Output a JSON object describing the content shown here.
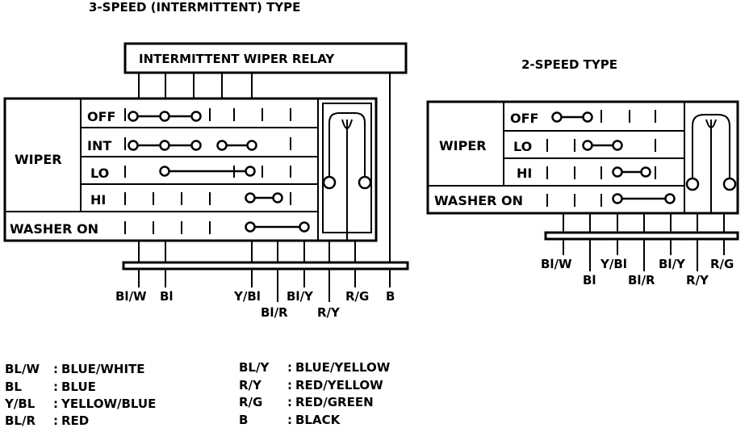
{
  "three_speed": {
    "title": "3-SPEED (INTERMITTENT) TYPE",
    "relay_label": "INTERMITTENT WIPER RELAY",
    "wiper_label": "WIPER",
    "positions": [
      "OFF",
      "INT",
      "LO",
      "HI"
    ],
    "washer_label": "WASHER ON",
    "wires": [
      "Bl/W",
      "Bl",
      "Y/Bl",
      "Bl/R",
      "Bl/Y",
      "R/Y",
      "R/G",
      "B"
    ]
  },
  "two_speed": {
    "title": "2-SPEED TYPE",
    "wiper_label": "WIPER",
    "positions": [
      "OFF",
      "LO",
      "HI"
    ],
    "washer_label": "WASHER ON",
    "wires": [
      "Bl/W",
      "Bl",
      "Y/Bl",
      "Bl/R",
      "Bl/Y",
      "R/Y",
      "R/G"
    ]
  },
  "legend": [
    {
      "code": "BL/W",
      "sep": ":",
      "meaning": "BLUE/WHITE"
    },
    {
      "code": "BL",
      "sep": ":",
      "meaning": "BLUE"
    },
    {
      "code": "Y/BL",
      "sep": ":",
      "meaning": "YELLOW/BLUE"
    },
    {
      "code": "BL/R",
      "sep": ":",
      "meaning": "RED"
    },
    {
      "code": "BL/Y",
      "sep": ":",
      "meaning": "BLUE/YELLOW"
    },
    {
      "code": "R/Y",
      "sep": ":",
      "meaning": "RED/YELLOW"
    },
    {
      "code": "R/G",
      "sep": ":",
      "meaning": "RED/GREEN"
    },
    {
      "code": "B",
      "sep": ":",
      "meaning": "BLACK"
    }
  ]
}
